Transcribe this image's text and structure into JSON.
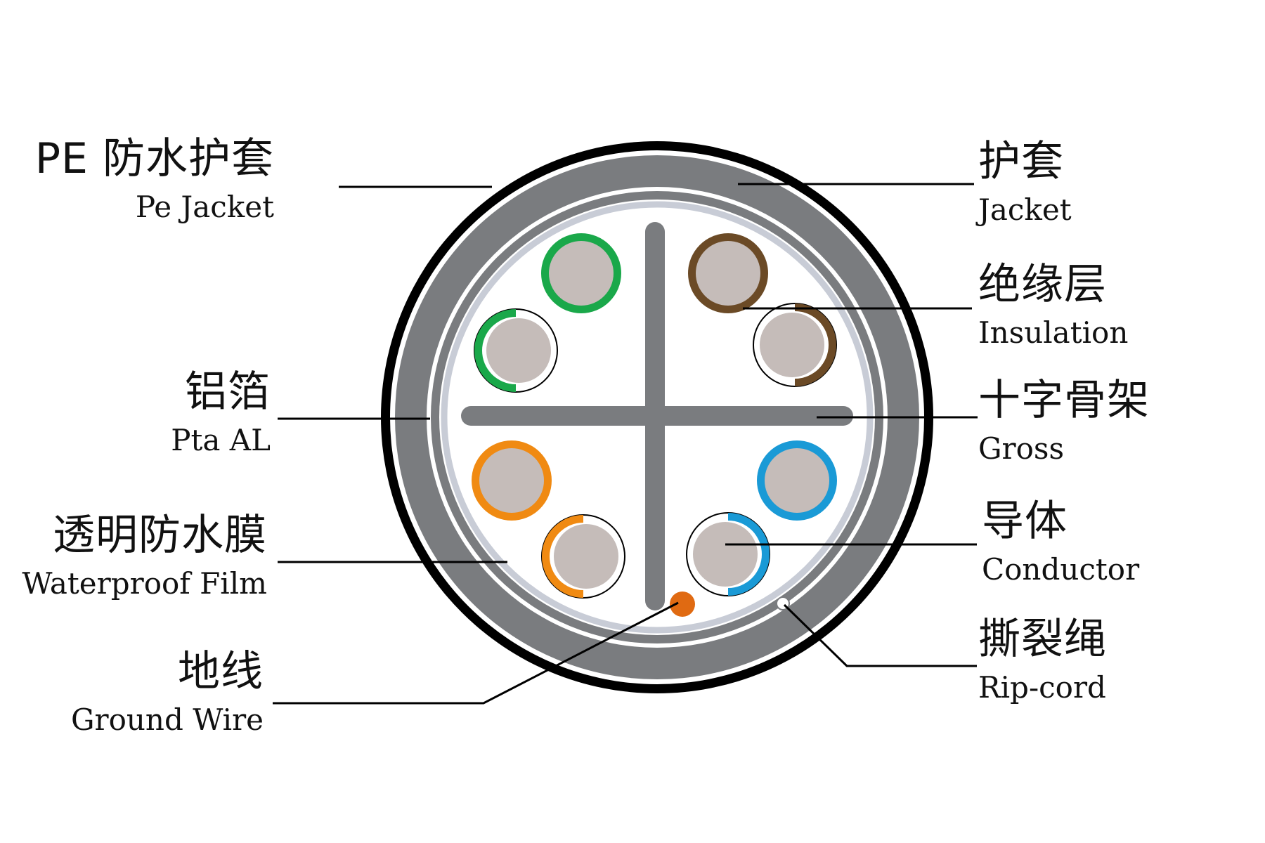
{
  "labels": {
    "pe_jacket": {
      "zh": "PE 防水护套",
      "en": "Pe Jacket"
    },
    "al_foil": {
      "zh": "铝箔",
      "en": "Pta AL"
    },
    "waterproof_film": {
      "zh": "透明防水膜",
      "en": "Waterproof Film"
    },
    "ground_wire": {
      "zh": "地线",
      "en": "Ground Wire"
    },
    "jacket": {
      "zh": "护套",
      "en": "Jacket"
    },
    "insulation": {
      "zh": "绝缘层",
      "en": "Insulation"
    },
    "cross": {
      "zh": "十字骨架",
      "en": "Gross"
    },
    "conductor": {
      "zh": "导体",
      "en": "Conductor"
    },
    "rip_cord": {
      "zh": "撕裂绳",
      "en": "Rip-cord"
    }
  },
  "colors": {
    "outer_jacket": "#000000",
    "inner_jacket": "#7a7c7f",
    "film": "#c8ccd6",
    "cross": "#7a7c7f",
    "conductor": "#c5bcb9",
    "green": "#1aa84a",
    "brown": "#6b4a26",
    "orange": "#f08a12",
    "blue": "#1a9ad6",
    "ground_wire": "#e06a12",
    "leader": "#000000"
  },
  "pairs": [
    {
      "color": "green",
      "solid": true
    },
    {
      "color": "green",
      "solid": false
    },
    {
      "color": "brown",
      "solid": true
    },
    {
      "color": "brown",
      "solid": false
    },
    {
      "color": "orange",
      "solid": true
    },
    {
      "color": "orange",
      "solid": false
    },
    {
      "color": "blue",
      "solid": true
    },
    {
      "color": "blue",
      "solid": false
    }
  ]
}
